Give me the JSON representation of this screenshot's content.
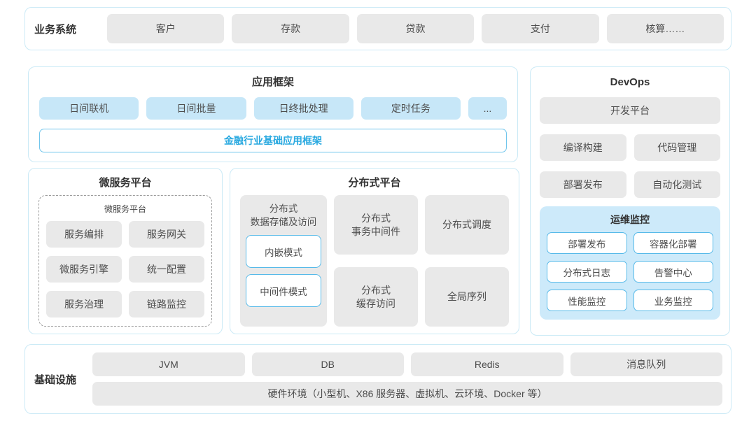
{
  "business_systems": {
    "label": "业务系统",
    "items": [
      "客户",
      "存款",
      "贷款",
      "支付",
      "核算……"
    ]
  },
  "app_framework": {
    "title": "应用框架",
    "modules": [
      "日间联机",
      "日间批量",
      "日终批处理",
      "定时任务",
      "..."
    ],
    "base_framework": "金融行业基础应用框架"
  },
  "devops": {
    "title": "DevOps",
    "dev_platform": "开发平台",
    "tools": [
      "编译构建",
      "代码管理",
      "部署发布",
      "自动化测试"
    ],
    "ops_monitoring": {
      "title": "运维监控",
      "items": [
        "部署发布",
        "容器化部署",
        "分布式日志",
        "告警中心",
        "性能监控",
        "业务监控"
      ]
    }
  },
  "microservice_platform": {
    "title": "微服务平台",
    "inner_title": "微服务平台",
    "items": [
      "服务编排",
      "服务网关",
      "微服务引擎",
      "统一配置",
      "服务治理",
      "链路监控"
    ]
  },
  "distributed_platform": {
    "title": "分布式平台",
    "storage": {
      "label": "分布式\n数据存储及访问",
      "modes": [
        "内嵌模式",
        "中间件模式"
      ]
    },
    "cells": [
      "分布式\n事务中间件",
      "分布式调度",
      "分布式\n缓存访问",
      "全局序列"
    ]
  },
  "infrastructure": {
    "label": "基础设施",
    "items": [
      "JVM",
      "DB",
      "Redis",
      "消息队列"
    ],
    "hardware": "硬件环境（小型机、X86 服务器、虚拟机、云环境、Docker 等）"
  },
  "colors": {
    "panel_border": "#cbeaf6",
    "gray_block": "#e9e9e9",
    "blue_block": "#c7e7f8",
    "monitor_bg": "#cdeafa",
    "accent_border": "#57bae9",
    "accent_text": "#29a9e0",
    "body_text": "#4d4d4d",
    "title_text": "#333333"
  }
}
